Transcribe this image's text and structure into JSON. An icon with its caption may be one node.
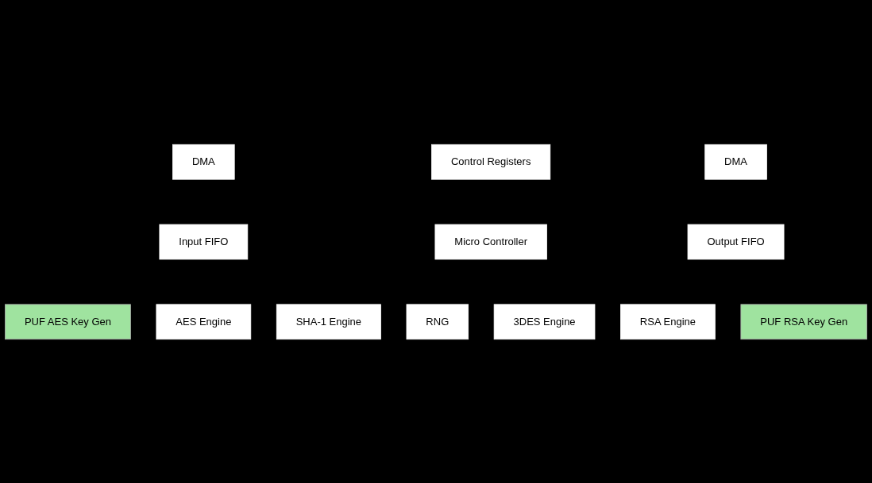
{
  "diagram": {
    "nodes": [
      {
        "text": [
          "DMA"
        ]
      },
      {
        "text": [
          "Control Registers"
        ]
      },
      {
        "text": [
          "DMA"
        ]
      },
      {
        "text": [
          "Input FIFO"
        ]
      },
      {
        "text": [
          "Micro Controller"
        ]
      },
      {
        "text": [
          "Output FIFO"
        ]
      },
      {
        "text": [
          "PUF AES Key Gen"
        ]
      },
      {
        "text": [
          "AES Engine"
        ]
      },
      {
        "text": [
          "SHA-1 Engine"
        ]
      },
      {
        "text": [
          "RNG"
        ]
      },
      {
        "text": [
          "3DES Engine"
        ]
      },
      {
        "text": [
          "RSA Engine"
        ]
      },
      {
        "text": [
          "PUF RSA Key Gen"
        ]
      }
    ],
    "edges": []
  }
}
